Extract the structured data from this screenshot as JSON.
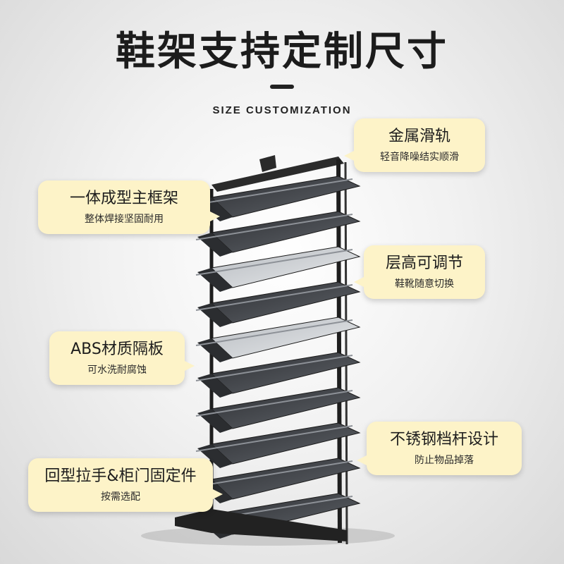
{
  "header": {
    "title": "鞋架支持定制尺寸",
    "subtitle": "SIZE CUSTOMIZATION"
  },
  "callouts": [
    {
      "title": "金属滑轨",
      "subtitle": "轻音降噪结实顺滑"
    },
    {
      "title": "一体成型主框架",
      "subtitle": "整体焊接坚固耐用"
    },
    {
      "title": "层高可调节",
      "subtitle": "鞋靴随意切换"
    },
    {
      "title": "ABS材质隔板",
      "subtitle": "可水洗耐腐蚀"
    },
    {
      "title": "不锈钢档杆设计",
      "subtitle": "防止物品掉落"
    },
    {
      "title": "回型拉手&柜门固定件",
      "subtitle": "按需选配"
    }
  ],
  "colors": {
    "callout_bg": "#fdf3c8",
    "frame": "#1e1e1e",
    "shelf_dark": "#4a4d52",
    "shelf_light": "#c9ccd0"
  }
}
